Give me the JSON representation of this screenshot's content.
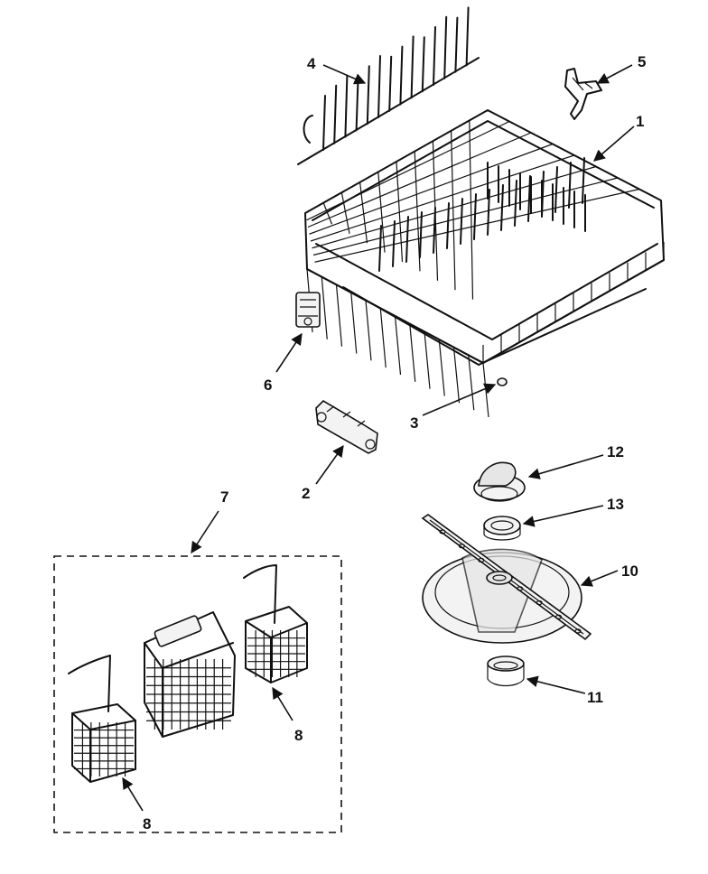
{
  "callouts": {
    "c1": "1",
    "c2": "2",
    "c3": "3",
    "c4": "4",
    "c5": "5",
    "c6": "6",
    "c7": "7",
    "c8a": "8",
    "c8b": "8",
    "c10": "10",
    "c11": "11",
    "c12": "12",
    "c13": "13"
  },
  "colors": {
    "ink": "#111111",
    "paper": "#ffffff",
    "tone": "#e6e6e6"
  }
}
